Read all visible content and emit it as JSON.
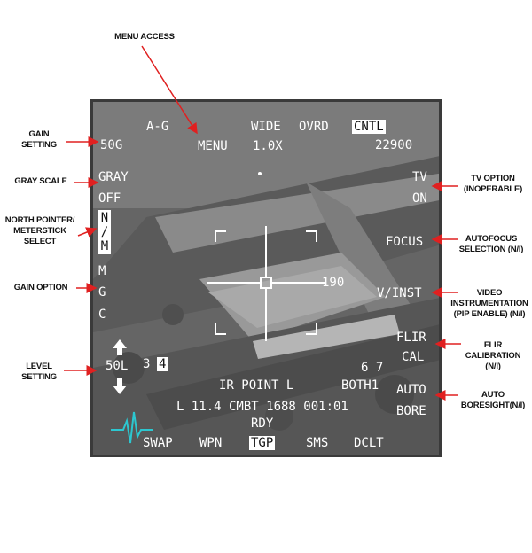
{
  "callouts": {
    "menu_access": "MENU ACCESS",
    "gain_setting": [
      "GAIN",
      "SETTING"
    ],
    "gray_scale": "GRAY SCALE",
    "north_pointer": [
      "NORTH POINTER/",
      "METERSTICK",
      "SELECT"
    ],
    "gain_option": "GAIN OPTION",
    "level_setting": [
      "LEVEL",
      "SETTING"
    ],
    "tv_option": [
      "TV OPTION",
      "(INOPERABLE)"
    ],
    "autofocus": [
      "AUTOFOCUS",
      "SELECTION (N/I)"
    ],
    "video_instr": [
      "VIDEO",
      "INSTRUMENTATION",
      "(PIP ENABLE) (N/I)"
    ],
    "flir_cal": [
      "FLIR",
      "CALIBRATION",
      "(N/I)"
    ],
    "auto_boresight": [
      "AUTO",
      "BORESIGHT(N/I)"
    ]
  },
  "display": {
    "top": {
      "ag": "A-G",
      "wide": "WIDE",
      "ovrd": "OVRD",
      "cntl": "CNTL"
    },
    "gain": "50G",
    "menu": "MENU",
    "zoom": "1.0X",
    "altitude": "22900",
    "gray": "GRAY",
    "off": "OFF",
    "tv": "TV",
    "on": "ON",
    "north_chars": [
      "N",
      "/",
      "M"
    ],
    "focus": "FOCUS",
    "range": "190",
    "v_inst": "V/INST",
    "gain_option": [
      "M",
      "G",
      "C"
    ],
    "flir": "FLIR",
    "cal": "CAL",
    "level": "50L",
    "level_a": "3",
    "level_b": "4",
    "auto": "AUTO",
    "bore": "BORE",
    "pointing": "IR POINT L",
    "both": "BOTH1",
    "nums_right": "6 7",
    "status_line": "L 11.4  CMBT 1688 001:01",
    "rdy": "RDY",
    "bottom": [
      "SWAP",
      "WPN",
      "TGP",
      "SMS",
      "DCLT"
    ]
  },
  "colors": {
    "symbology": "#ffffff",
    "heartbeat": "#2cc7d0",
    "arrow": "#e02020"
  }
}
